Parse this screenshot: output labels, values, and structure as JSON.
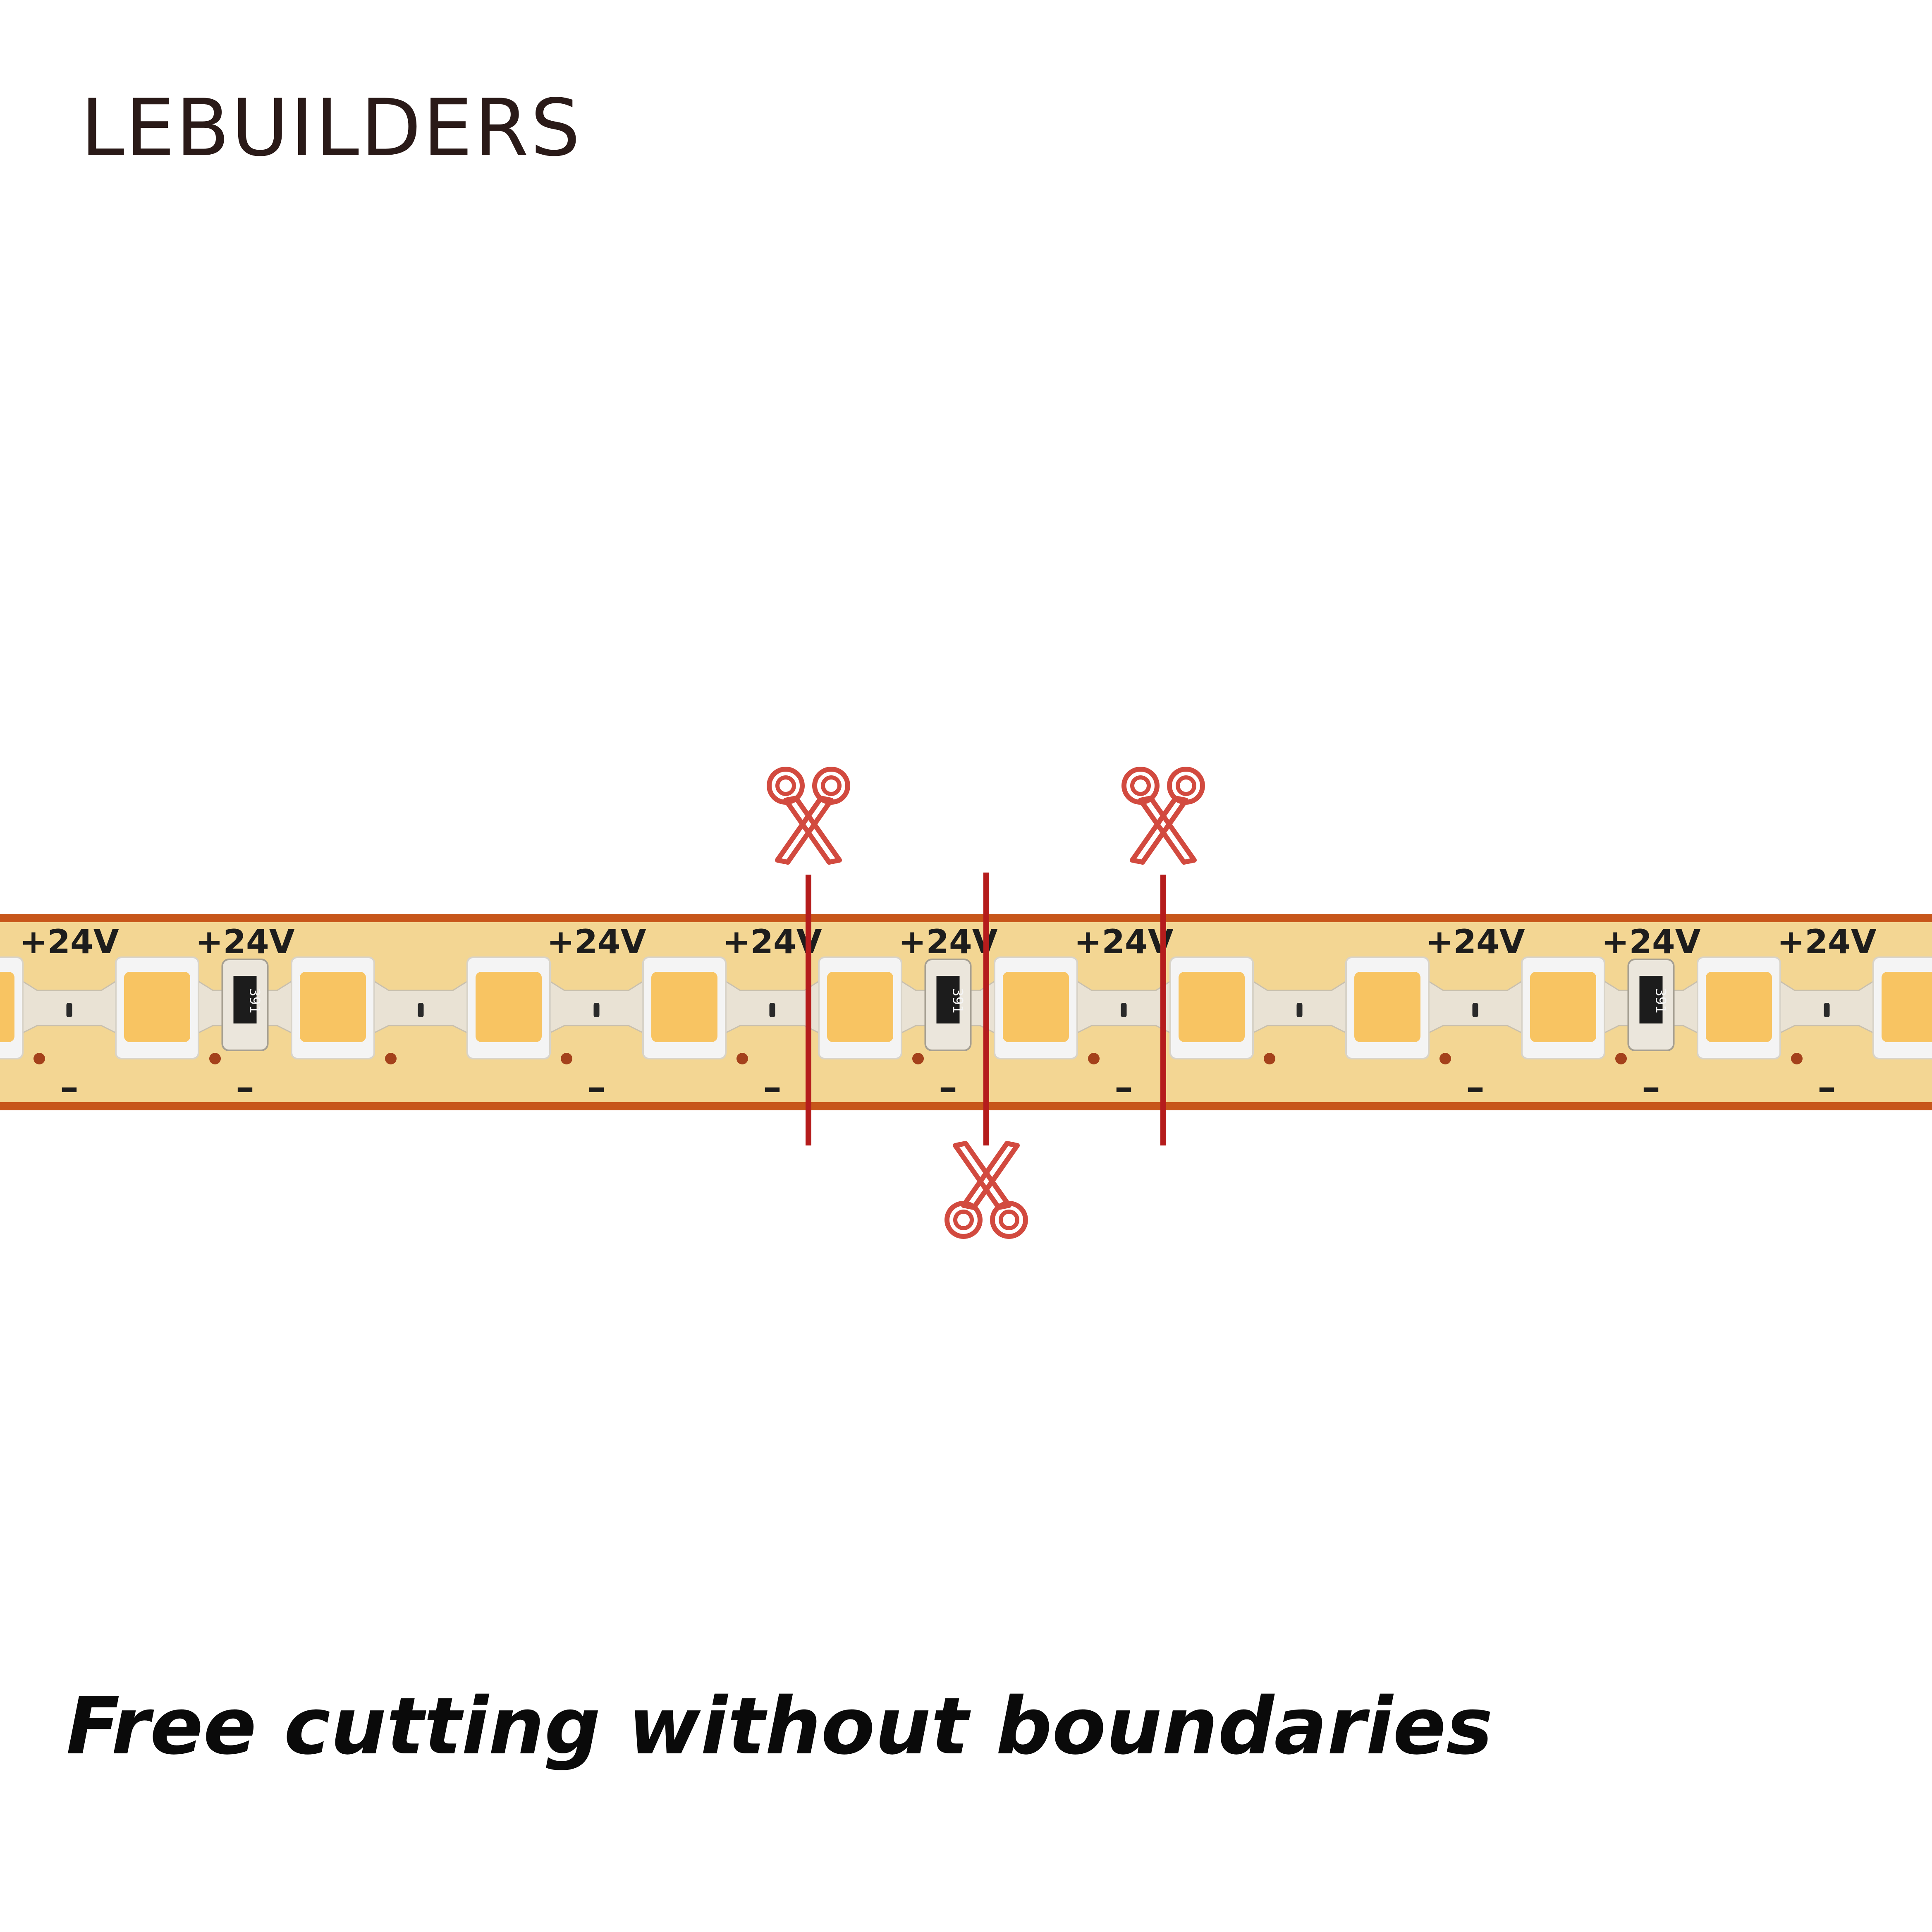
{
  "brand": {
    "prefix": "LE",
    "name": "BUILDERS"
  },
  "strip": {
    "voltage_label": "+24V",
    "minus_label": "–",
    "resistor_label": "391",
    "colors": {
      "pcb": "#f3d693",
      "pcb_edge": "#c7561a",
      "led": "#f8c462",
      "led_frame": "#f4f4f4",
      "cut_line": "#b51c1c",
      "scissors": "#d24a3f"
    }
  },
  "caption": "Free cutting without boundaries"
}
